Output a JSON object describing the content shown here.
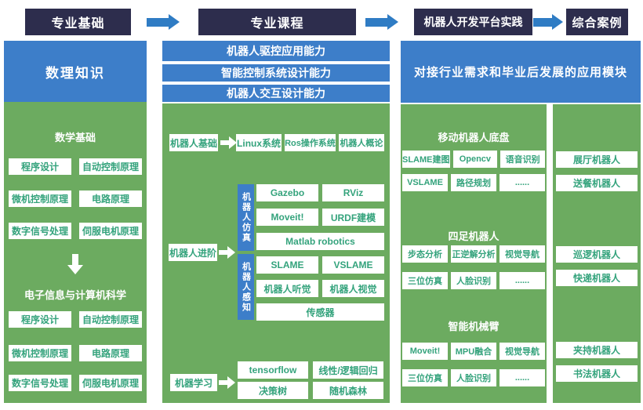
{
  "colors": {
    "navy": "#2d2d4d",
    "arrow_blue": "#2f7cc4",
    "header_blue": "#3d7ec9",
    "panel_green": "#6cab60",
    "box_text_green": "#34a37c",
    "white": "#ffffff"
  },
  "flow": {
    "step1": "专业基础",
    "step2": "专业课程",
    "step3": "机器人开发平台实践",
    "step4": "综合案例"
  },
  "left": {
    "header": "数理知识",
    "section1_title": "数学基础",
    "section2_title": "电子信息与计算机科学",
    "courses": [
      "程序设计",
      "自动控制原理",
      "微机控制原理",
      "电路原理",
      "数字信号处理",
      "伺服电机原理"
    ]
  },
  "middle": {
    "bar1": "机器人驱控应用能力",
    "bar2": "智能控制系统设计能力",
    "bar3": "机器人交互设计能力",
    "basic": {
      "label": "机器人基础",
      "items": [
        "Linux系统",
        "Ros操作系统",
        "机器人概论"
      ]
    },
    "advanced": {
      "label": "机器人进阶",
      "sim_label": "机器人仿真",
      "sim_rows": [
        [
          "Gazebo",
          "RViz"
        ],
        [
          "Moveit!",
          "URDF建模"
        ],
        [
          "Matlab robotics"
        ]
      ],
      "perc_label": "机器人感知",
      "perc_rows": [
        [
          "SLAME",
          "VSLAME"
        ],
        [
          "机器人听觉",
          "机器人视觉"
        ],
        [
          "传感器"
        ]
      ]
    },
    "ml": {
      "label": "机器学习",
      "rows": [
        [
          "tensorflow",
          "线性/逻辑回归"
        ],
        [
          "决策树",
          "随机森林"
        ]
      ]
    }
  },
  "right": {
    "header": "对接行业需求和毕业后发展的应用模块",
    "sections": [
      {
        "title": "移动机器人底盘",
        "row1": [
          "SLAME建图",
          "Opencv",
          "语音识别"
        ],
        "row2": [
          "VSLAME",
          "路径规划",
          "......"
        ]
      },
      {
        "title": "四足机器人",
        "row1": [
          "步态分析",
          "正逆解分析",
          "视觉导航"
        ],
        "row2": [
          "三位仿真",
          "人脸识别",
          "......"
        ]
      },
      {
        "title": "智能机械臂",
        "row1": [
          "Moveit!",
          "MPU融合",
          "视觉导航"
        ],
        "row2": [
          "三位仿真",
          "人脸识别",
          "......"
        ]
      }
    ],
    "outputs": [
      "展厅机器人",
      "送餐机器人",
      "巡逻机器人",
      "快递机器人",
      "夹持机器人",
      "书法机器人"
    ]
  }
}
